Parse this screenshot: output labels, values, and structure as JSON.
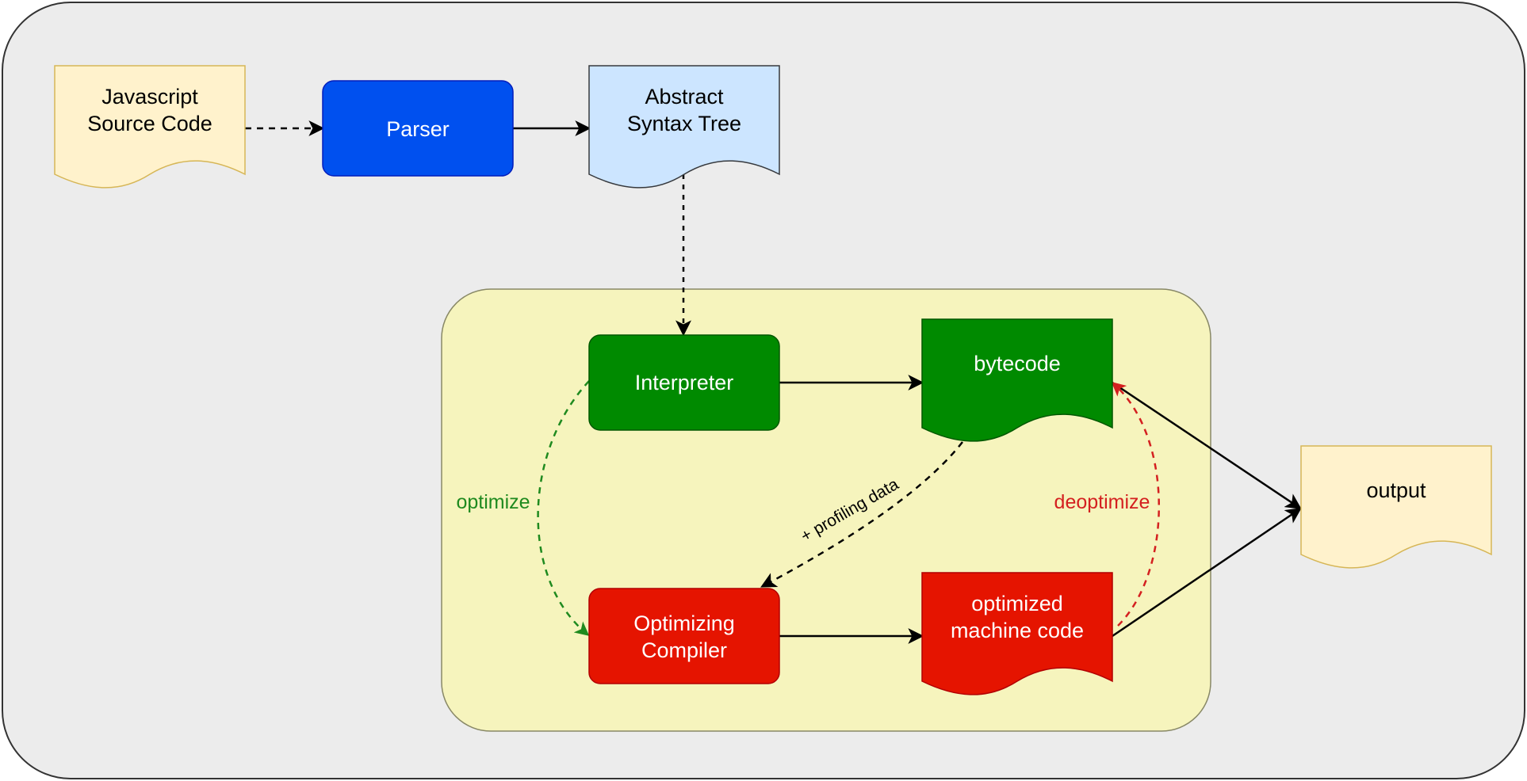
{
  "nodes": {
    "source": {
      "line1": "Javascript",
      "line2": "Source Code"
    },
    "parser": {
      "label": "Parser"
    },
    "ast": {
      "line1": "Abstract",
      "line2": "Syntax Tree"
    },
    "interpreter": {
      "label": "Interpreter"
    },
    "bytecode": {
      "label": "bytecode"
    },
    "compiler": {
      "line1": "Optimizing",
      "line2": "Compiler"
    },
    "machine_code": {
      "line1": "optimized",
      "line2": "machine code"
    },
    "output": {
      "label": "output"
    }
  },
  "edges": {
    "optimize": "optimize",
    "deoptimize": "deoptimize",
    "profiling": "+ profiling data"
  },
  "colors": {
    "outer_fill": "#ececec",
    "inner_fill": "#f6f4bd",
    "doc_fill": "#fff2cc",
    "doc_stroke": "#d6b656",
    "parser_fill": "#0050ef",
    "ast_fill": "#cce5ff",
    "green": "#008a00",
    "red": "#e51400",
    "edge_optimize": "#1f8a1f",
    "edge_deoptimize": "#d42020"
  }
}
